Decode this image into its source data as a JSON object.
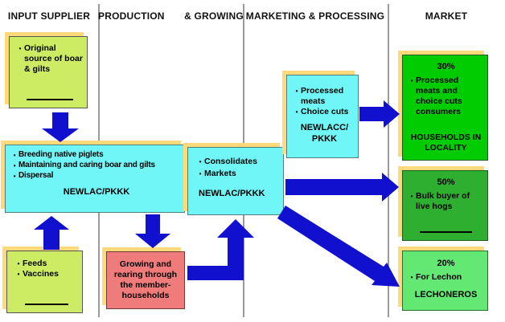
{
  "headers": [
    {
      "label": "INPUT SUPPLIER"
    },
    {
      "label": "PRODUCTION  & GROWING"
    },
    {
      "label": "MARKETING & PROCESSING"
    },
    {
      "label": "MARKET"
    }
  ],
  "boxes": {
    "source": {
      "items": [
        "Original source of boar & gilts"
      ]
    },
    "breeding": {
      "items": [
        "Breeding native piglets",
        "Maintaining and caring boar and gilts",
        "Dispersal"
      ],
      "org": "NEWLAC/PKKK"
    },
    "feeds": {
      "items": [
        "Feeds",
        "Vaccines"
      ]
    },
    "growing": {
      "text": "Growing and rearing through the member-households"
    },
    "consolidates": {
      "items": [
        "Consolidates",
        "Markets"
      ],
      "org": "NEWLAC/PKKK"
    },
    "processed": {
      "items": [
        "Processed meats",
        "Choice cuts"
      ],
      "org": "NEWLACC/ PKKK"
    },
    "market30": {
      "pct": "30%",
      "items": [
        "Processed meats and choice cuts consumers"
      ],
      "org": "HOUSEHOLDS IN LOCALITY"
    },
    "market50": {
      "pct": "50%",
      "items": [
        "Bulk buyer of live hogs"
      ]
    },
    "market20": {
      "pct": "20%",
      "items": [
        "For Lechon"
      ],
      "org": "LECHONEROS"
    }
  },
  "bullet": "•",
  "colors": {
    "arrow_blue": "#1010CE",
    "shadow_yellow": "#FFD97A",
    "cyan": "#70F6F6",
    "yellow_green": "#CDEB63",
    "salmon_red": "#EF7B7B",
    "green_bright": "#00CC00",
    "green_mid": "#2FAF2F",
    "green_light": "#63E873",
    "divider_gray": "#9A9A9A"
  }
}
